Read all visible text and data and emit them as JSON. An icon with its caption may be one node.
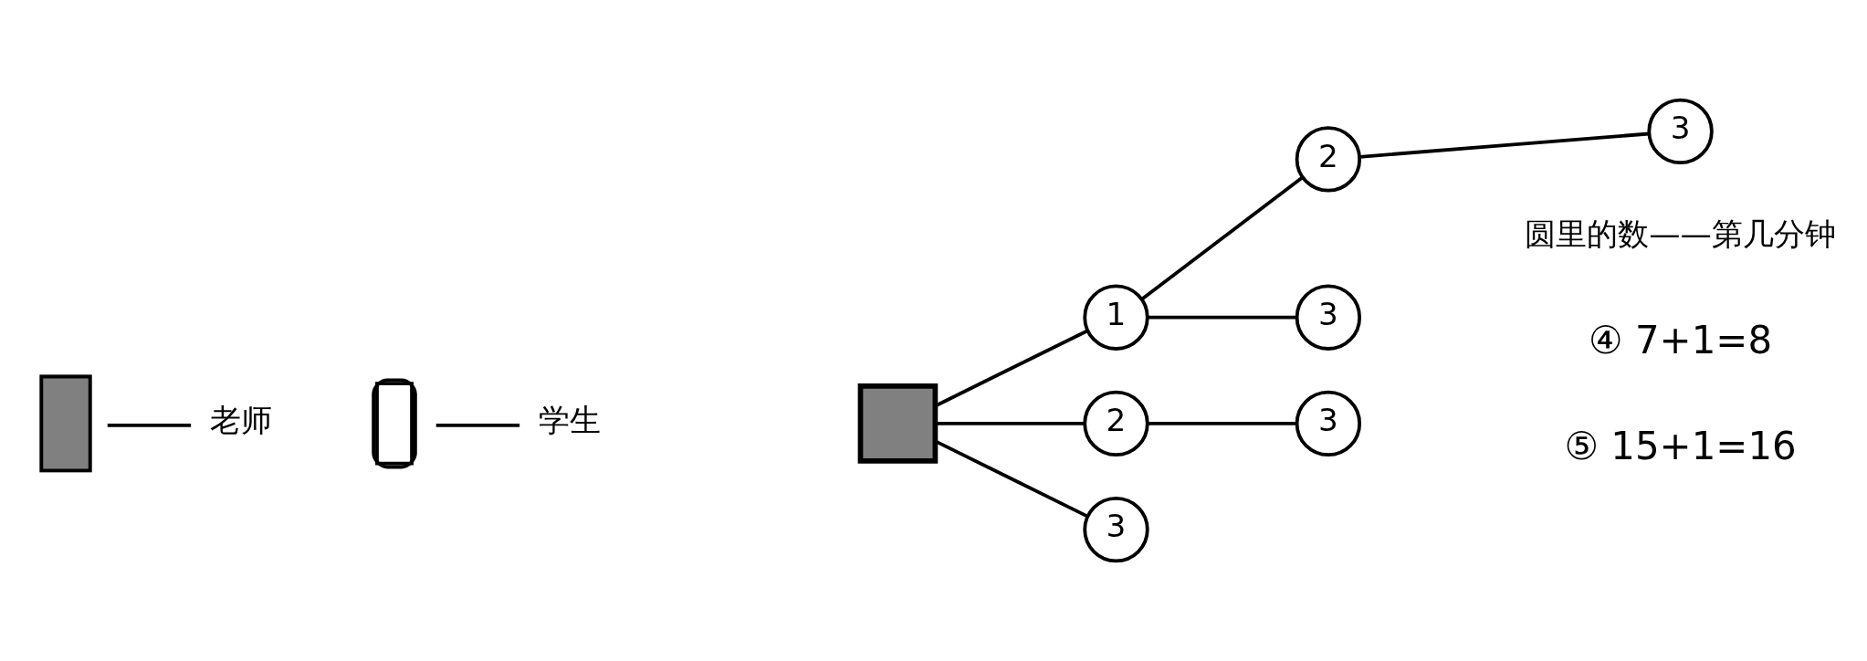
{
  "diagram": {
    "nodes": [
      {
        "text": [],
        "shape": "box"
      },
      {
        "text": [
          "1"
        ]
      },
      {
        "text": [
          "2"
        ]
      },
      {
        "text": [
          "2"
        ]
      },
      {
        "text": [
          "3"
        ]
      },
      {
        "text": [
          "3"
        ]
      },
      {
        "text": [
          "3"
        ]
      },
      {
        "text": [
          "3"
        ]
      }
    ],
    "edges": [
      {
        "from": 0,
        "to": 1,
        "arrow": "none"
      },
      {
        "from": 1,
        "to": 4,
        "arrow": "none"
      },
      {
        "from": 1,
        "to": 2,
        "arrow": "none"
      },
      {
        "from": 2,
        "to": 5,
        "arrow": "none"
      },
      {
        "from": 0,
        "to": 3,
        "arrow": "none"
      },
      {
        "from": 3,
        "to": 6,
        "arrow": "none"
      },
      {
        "from": 0,
        "to": 7,
        "arrow": "none"
      }
    ],
    "labels": [
      "圆里的数——第几分钟",
      "④ 7+1=8",
      "⑤ 15+1=16"
    ],
    "legend": [
      {
        "text": "老师"
      },
      {
        "text": "学生"
      }
    ]
  }
}
